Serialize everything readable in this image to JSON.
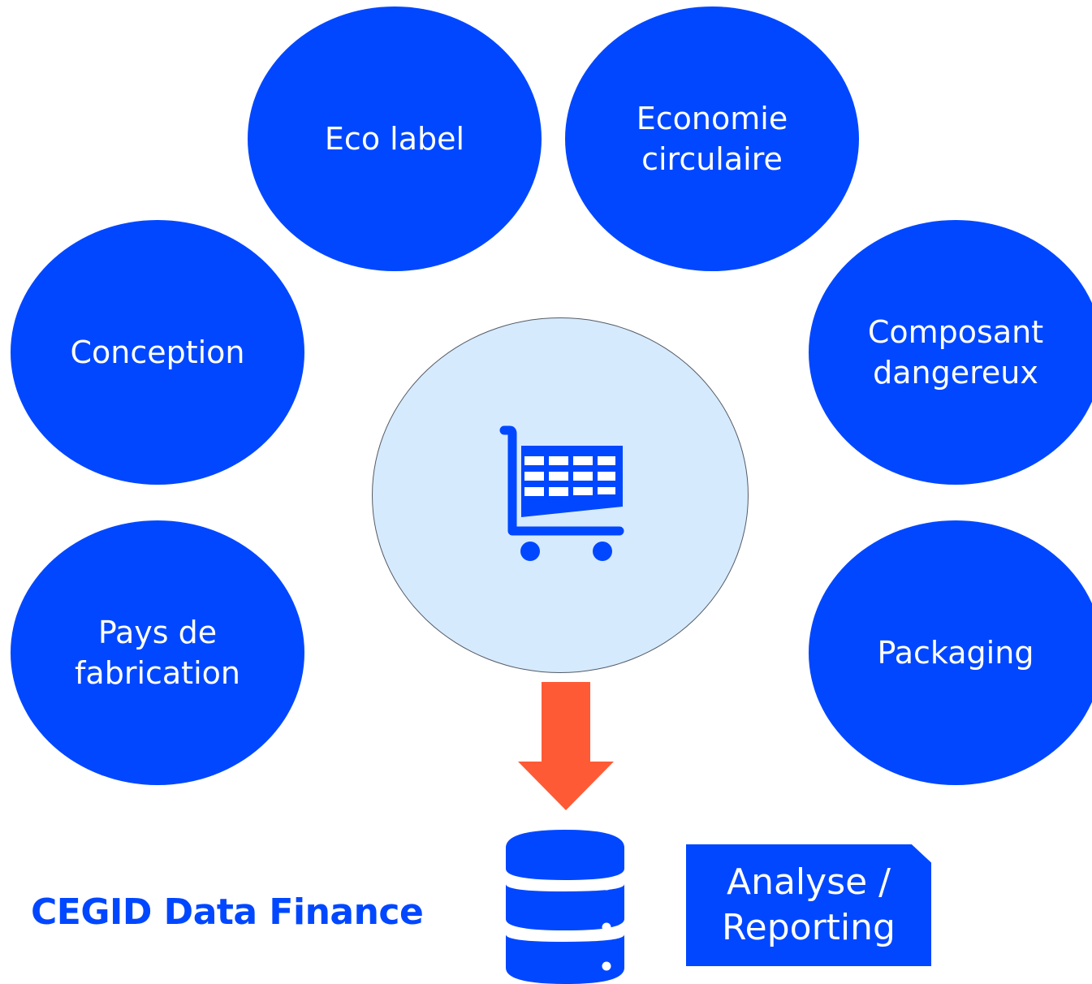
{
  "colors": {
    "primary": "#0047ff",
    "center_fill": "#d6eafd",
    "arrow": "#ff5a36",
    "text_light": "#ffffff"
  },
  "bubbles": {
    "eco_label": "Eco label",
    "economie": "Economie\ncirculaire",
    "conception": "Conception",
    "composant": "Composant\ndangereux",
    "pays": "Pays de\nfabrication",
    "packaging": "Packaging"
  },
  "icons": {
    "center": "shopping-cart-icon",
    "flow": "arrow-down-icon",
    "storage": "database-icon"
  },
  "brand": "CEGID Data Finance",
  "output_label": "Analyse /\nReporting"
}
